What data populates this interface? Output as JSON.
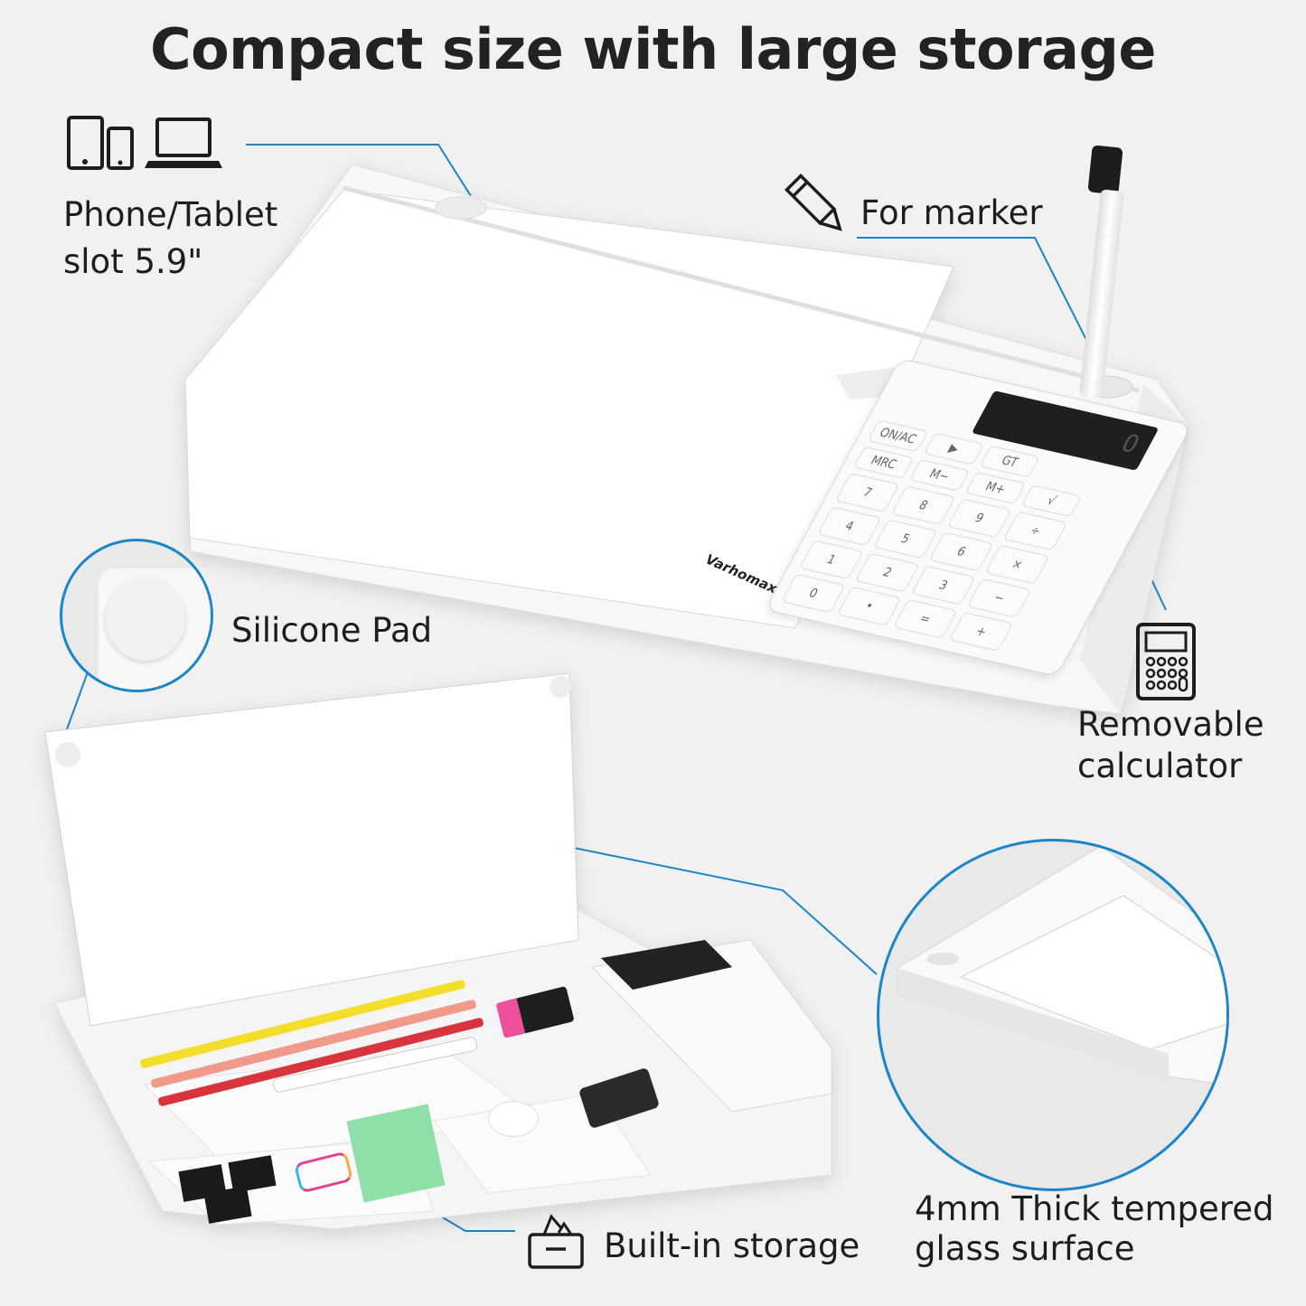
{
  "title": "Compact size with large storage",
  "brand": "Varhomax",
  "features": [
    {
      "id": "phone-slot",
      "label_line1": "Phone/Tablet",
      "label_line2": "slot 5.9\"",
      "icon": "devices-icon"
    },
    {
      "id": "marker",
      "label_line1": "For marker",
      "icon": "pencil-icon"
    },
    {
      "id": "silicone-pad",
      "label_line1": "Silicone Pad",
      "icon": "silicone-pad-inset"
    },
    {
      "id": "calculator",
      "label_line1": "Removable",
      "label_line2": "calculator",
      "icon": "calculator-icon"
    },
    {
      "id": "storage",
      "label_line1": "Built-in storage",
      "icon": "storage-box-icon"
    },
    {
      "id": "glass",
      "label_line1": "4mm Thick tempered",
      "label_line2": "glass surface",
      "icon": "glass-inset"
    }
  ],
  "calculator": {
    "keys": [
      "ON/AC",
      "▶",
      "GT",
      "MRC",
      "M−",
      "M+",
      "√",
      "7",
      "8",
      "9",
      "÷",
      "4",
      "5",
      "6",
      "×",
      "1",
      "2",
      "3",
      "−",
      "0",
      "•",
      "=",
      "+"
    ],
    "display": "0"
  },
  "colors": {
    "accent": "#1a86c8",
    "background": "#f1f1f1",
    "text": "#1d1d1d"
  }
}
